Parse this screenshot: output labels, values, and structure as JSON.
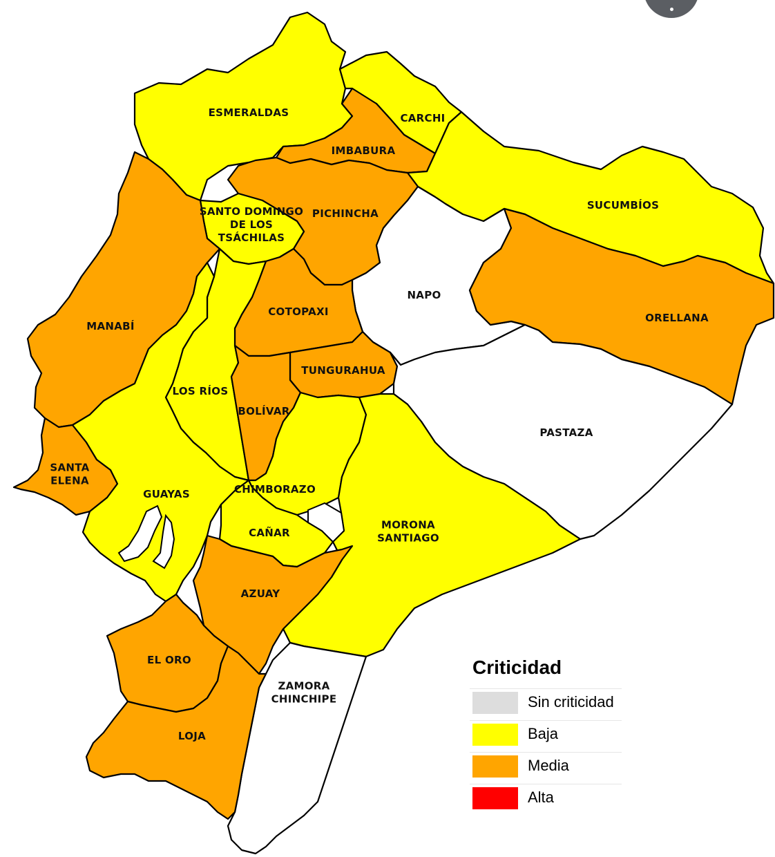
{
  "legend": {
    "title": "Criticidad",
    "items": [
      {
        "label": "Sin criticidad",
        "color": "#dddddd"
      },
      {
        "label": "Baja",
        "color": "#ffff00"
      },
      {
        "label": "Media",
        "color": "#ffa500"
      },
      {
        "label": "Alta",
        "color": "#ff0000"
      }
    ]
  },
  "colors": {
    "baja": "#ffff00",
    "media": "#ffa500",
    "sin_criticidad": "#ffffff",
    "border": "#000000",
    "corner_button": "#5b5e63"
  },
  "provinces": [
    {
      "name": "ESMERALDAS",
      "level": "Baja"
    },
    {
      "name": "CARCHI",
      "level": "Baja"
    },
    {
      "name": "IMBABURA",
      "level": "Media"
    },
    {
      "name": "SUCUMBÍOS",
      "level": "Baja"
    },
    {
      "name": "PICHINCHA",
      "level": "Media"
    },
    {
      "name": "SANTO DOMINGO DE LOS TSÁCHILAS",
      "lines": [
        "SANTO DOMINGO",
        "DE LOS",
        "TSÁCHILAS"
      ],
      "level": "Baja"
    },
    {
      "name": "MANABÍ",
      "level": "Media"
    },
    {
      "name": "NAPO",
      "level": "Sin criticidad"
    },
    {
      "name": "ORELLANA",
      "level": "Media"
    },
    {
      "name": "COTOPAXI",
      "level": "Media"
    },
    {
      "name": "TUNGURAHUA",
      "level": "Media"
    },
    {
      "name": "LOS RÍOS",
      "level": "Baja"
    },
    {
      "name": "BOLÍVAR",
      "level": "Media"
    },
    {
      "name": "PASTAZA",
      "level": "Sin criticidad"
    },
    {
      "name": "SANTA ELENA",
      "lines": [
        "SANTA",
        "ELENA"
      ],
      "level": "Media"
    },
    {
      "name": "GUAYAS",
      "level": "Baja"
    },
    {
      "name": "CHIMBORAZO",
      "level": "Baja"
    },
    {
      "name": "CAÑAR",
      "level": "Baja"
    },
    {
      "name": "MORONA SANTIAGO",
      "lines": [
        "MORONA",
        "SANTIAGO"
      ],
      "level": "Baja"
    },
    {
      "name": "AZUAY",
      "level": "Media"
    },
    {
      "name": "EL ORO",
      "level": "Media"
    },
    {
      "name": "ZAMORA CHINCHIPE",
      "lines": [
        "ZAMORA",
        "CHINCHIPE"
      ],
      "level": "Sin criticidad"
    },
    {
      "name": "LOJA",
      "level": "Media"
    }
  ]
}
